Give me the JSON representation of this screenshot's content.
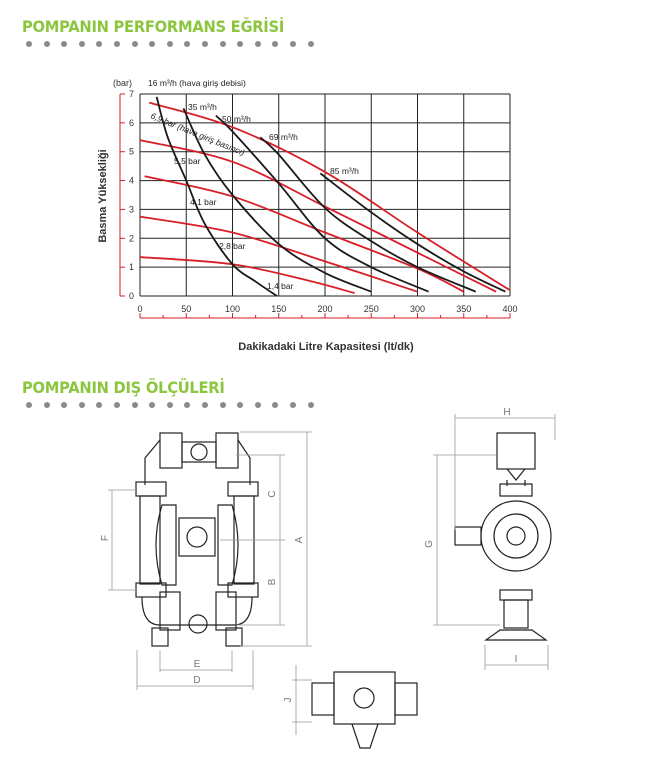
{
  "sections": {
    "performance_title": "POMPANIN PERFORMANS EĞRİSİ",
    "dimensions_title": "POMPANIN DIŞ ÖLÇÜLERİ"
  },
  "colors": {
    "accent": "#8cc63f",
    "pressure_line": "#d71f26",
    "airflow_line": "#1a1a1a",
    "dot": "#8a8a8a"
  },
  "chart_data": {
    "type": "line",
    "title": "",
    "xlabel": "Dakikadaki Litre Kapasitesi (lt/dk)",
    "ylabel": "Basma Yüksekliği",
    "yunit": "(bar)",
    "xlim": [
      0,
      400
    ],
    "ylim": [
      0,
      7
    ],
    "xticks": [
      0,
      50,
      100,
      150,
      200,
      250,
      300,
      350,
      400
    ],
    "yticks": [
      0,
      1,
      2,
      3,
      4,
      5,
      6,
      7
    ],
    "grid": true,
    "pressure_series": [
      {
        "name": "6,9 bar (hava giriş basıncı)",
        "points": [
          [
            10,
            6.7
          ],
          [
            100,
            5.85
          ],
          [
            200,
            4.3
          ],
          [
            300,
            2.2
          ],
          [
            400,
            0.2
          ]
        ]
      },
      {
        "name": "5,5 bar",
        "points": [
          [
            0,
            5.4
          ],
          [
            100,
            4.65
          ],
          [
            200,
            3.1
          ],
          [
            300,
            1.5
          ],
          [
            385,
            0.15
          ]
        ]
      },
      {
        "name": "4,1 bar",
        "points": [
          [
            5,
            4.15
          ],
          [
            100,
            3.45
          ],
          [
            200,
            2.2
          ],
          [
            300,
            0.95
          ],
          [
            350,
            0.15
          ]
        ]
      },
      {
        "name": "2,8 bar",
        "points": [
          [
            0,
            2.75
          ],
          [
            100,
            2.2
          ],
          [
            200,
            1.2
          ],
          [
            300,
            0.15
          ]
        ]
      },
      {
        "name": "1,4 bar",
        "points": [
          [
            0,
            1.35
          ],
          [
            100,
            1.1
          ],
          [
            180,
            0.55
          ],
          [
            232,
            0.1
          ]
        ]
      }
    ],
    "airflow_series": [
      {
        "name": "16 m³/h (hava giriş debisi)",
        "points": [
          [
            18,
            6.9
          ],
          [
            30,
            5.5
          ],
          [
            50,
            4.0
          ],
          [
            70,
            2.5
          ],
          [
            100,
            1.1
          ],
          [
            125,
            0.5
          ],
          [
            148,
            0
          ]
        ]
      },
      {
        "name": "35 m³/h",
        "points": [
          [
            47,
            6.5
          ],
          [
            70,
            4.9
          ],
          [
            100,
            3.5
          ],
          [
            150,
            1.8
          ],
          [
            200,
            0.8
          ],
          [
            250,
            0.15
          ]
        ]
      },
      {
        "name": "50 m³/h",
        "points": [
          [
            82,
            6.25
          ],
          [
            100,
            5.7
          ],
          [
            150,
            3.9
          ],
          [
            200,
            2.0
          ],
          [
            250,
            1.0
          ],
          [
            312,
            0.15
          ]
        ]
      },
      {
        "name": "69 m³/h",
        "points": [
          [
            130,
            5.5
          ],
          [
            150,
            4.9
          ],
          [
            200,
            3.05
          ],
          [
            250,
            1.9
          ],
          [
            300,
            1.0
          ],
          [
            363,
            0.15
          ]
        ]
      },
      {
        "name": "85 m³/h",
        "points": [
          [
            195,
            4.25
          ],
          [
            250,
            2.9
          ],
          [
            300,
            1.8
          ],
          [
            350,
            0.85
          ],
          [
            395,
            0.15
          ]
        ]
      }
    ],
    "annotations": [
      "16 m³/h (hava giriş debisi)",
      "35 m³/h",
      "50 m³/h",
      "69 m³/h",
      "85 m³/h",
      "6,9 bar (hava giriş basıncı)",
      "5,5 bar",
      "4,1 bar",
      "2,8 bar",
      "1,4 bar"
    ]
  },
  "dimensions": {
    "A": "A",
    "B": "B",
    "C": "C",
    "D": "D",
    "E": "E",
    "F": "F",
    "G": "G",
    "H": "H",
    "I": "I",
    "J": "J"
  }
}
